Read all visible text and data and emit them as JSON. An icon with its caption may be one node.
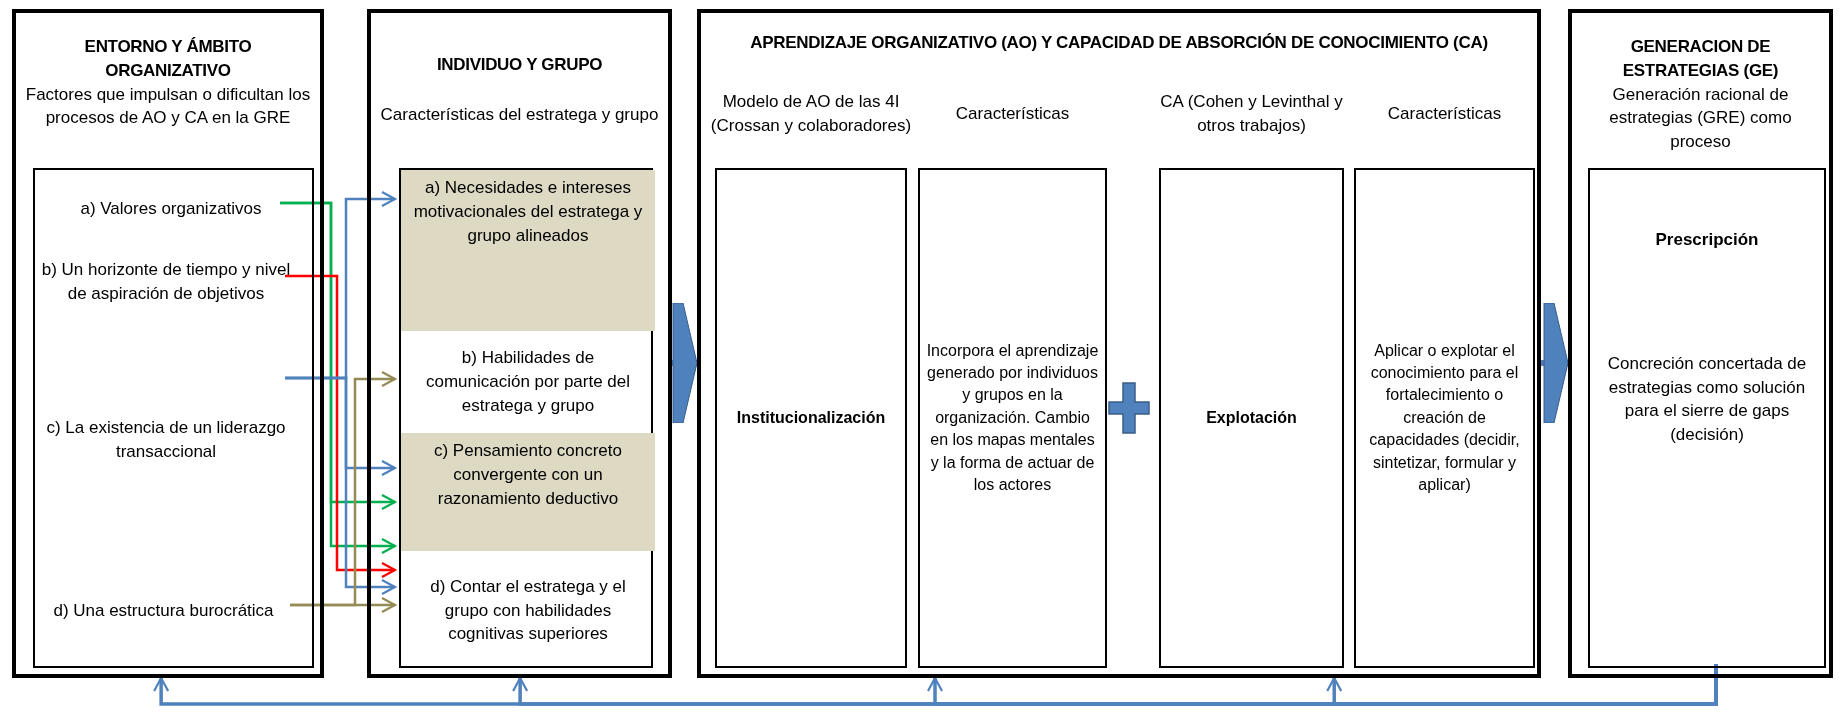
{
  "diagram": {
    "nodes": [
      {
        "text": [
          "ENTORNO Y ÁMBITO ORGANIZATIVO",
          "Factores que impulsan o dificultan los procesos de AO y CA en la GRE"
        ]
      },
      {
        "text": [],
        "shape": "box",
        "in": 0
      },
      {
        "text": [
          "a) Valores organizativos"
        ],
        "in": 1
      },
      {
        "text": [
          "b) Un horizonte de tiempo y nivel de aspiración de objetivos"
        ],
        "in": 1
      },
      {
        "text": [
          "c) La existencia de un liderazgo transaccional"
        ],
        "in": 1
      },
      {
        "text": [
          "d) Una estructura burocrática"
        ],
        "in": 1
      },
      {
        "text": [
          "INDIVIDUO Y GRUPO",
          "Características del estratega y grupo"
        ]
      },
      {
        "text": [],
        "shape": "box",
        "in": 6
      },
      {
        "text": [
          "a) Necesidades e intereses motivacionales del estratega y grupo alineados"
        ],
        "in": 7
      },
      {
        "text": [
          "b) Habilidades de comunicación por parte del estratega y grupo"
        ],
        "in": 7
      },
      {
        "text": [
          "c) Pensamiento concreto convergente con un razonamiento deductivo"
        ],
        "in": 7
      },
      {
        "text": [
          "d) Contar el estratega y el grupo con habilidades cognitivas superiores"
        ],
        "in": 7
      },
      {
        "text": [
          "APRENDIZAJE ORGANIZATIVO (AO) Y CAPACIDAD DE ABSORCIÓN DE CONOCIMIENTO (CA)"
        ]
      },
      {
        "text": [
          "Modelo de AO de las 4I (Crossan y colaboradores)",
          "Institucionalización"
        ],
        "in": 12
      },
      {
        "text": [
          "Características",
          "Incorpora el aprendizaje generado por individuos y grupos en la organización. Cambio en los mapas mentales y la forma de actuar de los actores"
        ],
        "in": 12
      },
      {
        "text": [
          "CA (Cohen y Levinthal y otros trabajos)",
          "Explotación"
        ],
        "in": 12
      },
      {
        "text": [
          "Características",
          "Aplicar o explotar el conocimiento para el fortalecimiento o creación de capacidades (decidir, sintetizar, formular y aplicar)"
        ],
        "in": 12
      },
      {
        "text": [
          "GENERACION DE ESTRATEGIAS (GE)",
          "Generación racional de estrategias (GRE) como proceso"
        ]
      },
      {
        "text": [
          "Prescripción",
          "Concreción concertada de estrategias como solución para el sierre de gaps (decisión)"
        ],
        "in": 17
      }
    ],
    "edges": [
      {
        "from": 2,
        "to": 10,
        "arrow": "to",
        "color": "#00b050"
      },
      {
        "from": 2,
        "to": 11,
        "arrow": "to",
        "color": "#00b050"
      },
      {
        "from": 3,
        "to": 11,
        "arrow": "to",
        "color": "#ff0000"
      },
      {
        "from": 4,
        "to": 8,
        "arrow": "to"
      },
      {
        "from": 4,
        "to": 10,
        "arrow": "to"
      },
      {
        "from": 4,
        "to": 11,
        "arrow": "to"
      },
      {
        "from": 5,
        "to": 9,
        "arrow": "to",
        "color": "#948a54"
      },
      {
        "from": 5,
        "to": 11,
        "arrow": "to",
        "color": "#948a54"
      },
      {
        "from": 6,
        "to": 12,
        "arrow": "to",
        "style": "thick"
      },
      {
        "from": 12,
        "to": 17,
        "arrow": "to",
        "style": "thick"
      },
      {
        "from": 18,
        "to": 0,
        "arrow": "to"
      },
      {
        "from": 18,
        "to": 6,
        "arrow": "to"
      },
      {
        "from": 18,
        "to": 12,
        "arrow": "to"
      },
      {
        "from": 18,
        "to": 12,
        "arrow": "to"
      }
    ]
  }
}
